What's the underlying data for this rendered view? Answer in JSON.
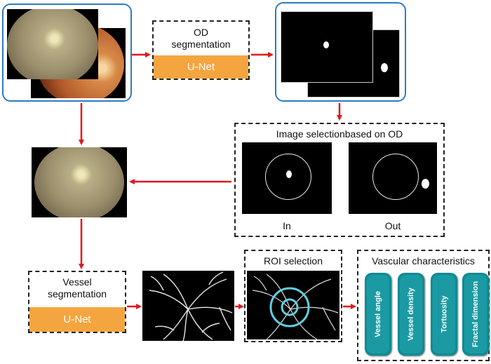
{
  "od_segmentation": {
    "title": "OD\nsegmentation",
    "model": "U-Net"
  },
  "image_selection": {
    "title": "Image selectionbased on OD",
    "in_label": "In",
    "out_label": "Out"
  },
  "vessel_segmentation": {
    "title": "Vessel\nsegmentation",
    "model": "U-Net"
  },
  "roi_selection": {
    "title": "ROI selection"
  },
  "vascular": {
    "title": "Vascular characteristics",
    "items": [
      "Vessel angle",
      "Vessel density",
      "Tortuosity",
      "Fractal dimension"
    ]
  },
  "colors": {
    "arrow": "#e0191b",
    "unet": "#f4a540",
    "teal": "#1b9aa3",
    "blue_frame": "#2f7bbf"
  }
}
